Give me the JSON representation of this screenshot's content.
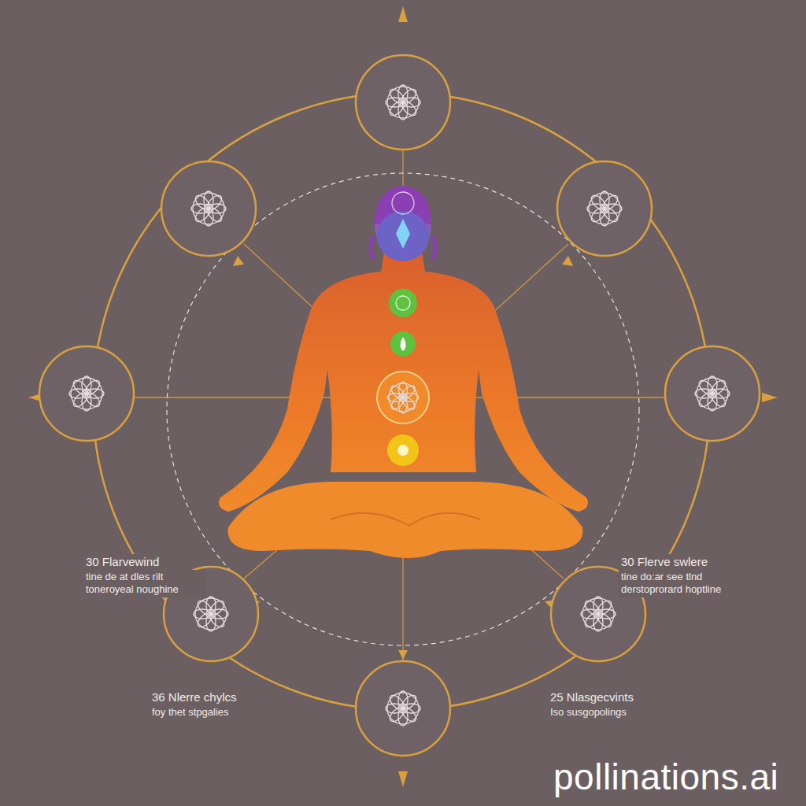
{
  "diagram": {
    "labels": [
      "30 Flarvewind",
      "tine de at dles rilt toneroyeal noughine",
      "30 Flerve swlere",
      "tine do:ar see tlnd derstoprorard hoptline",
      "36 Nlerre chylcs",
      "foy thet stpgalies",
      "25 Nlasgecvints",
      "Iso susgopolings",
      "pollinations.ai"
    ]
  }
}
